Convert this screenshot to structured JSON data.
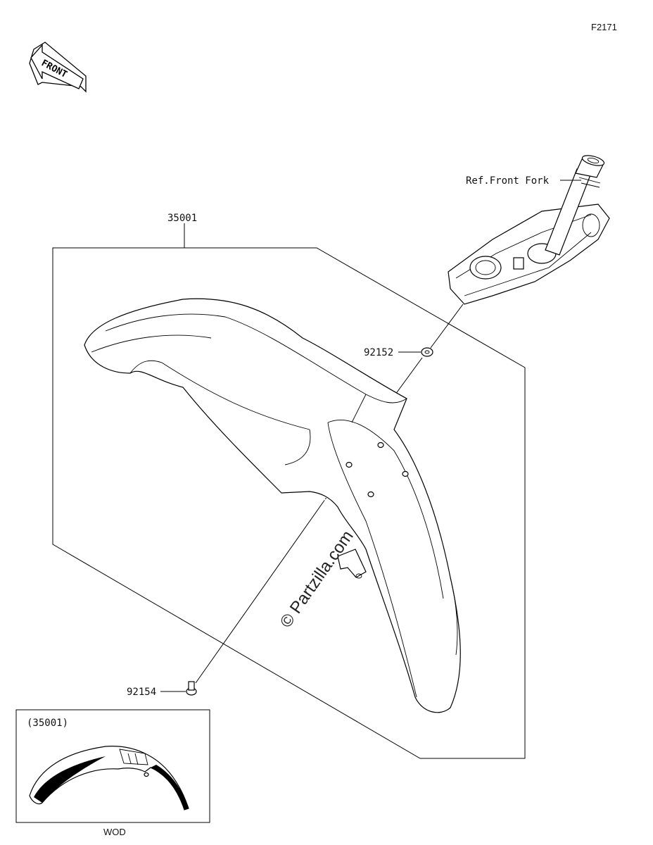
{
  "figure_id": "F2171",
  "front_badge": "FRONT",
  "labels": {
    "fork_ref": "Ref.Front Fork",
    "fender_assembly": "35001",
    "washer": "92152",
    "bolt": "92154",
    "inset_part": "(35001)",
    "inset_caption": "WOD"
  },
  "watermark": "© Partzilla.com",
  "icons": [
    "front-arrow-icon"
  ]
}
